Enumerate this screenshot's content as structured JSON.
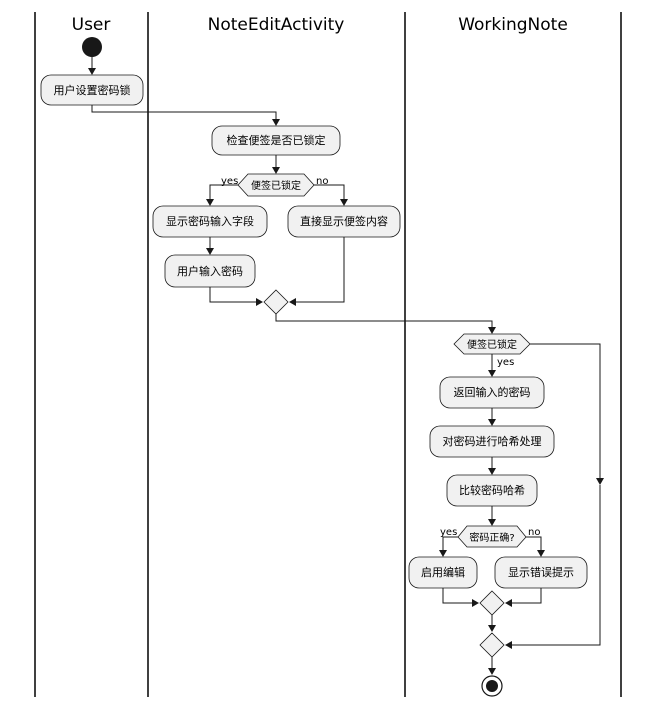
{
  "lanes": {
    "user": "User",
    "note_edit": "NoteEditActivity",
    "working_note": "WorkingNote"
  },
  "nodes": {
    "set_password": "用户设置密码锁",
    "check_locked": "检查便签是否已锁定",
    "decision_locked_1": "便签已锁定",
    "show_password_field": "显示密码输入字段",
    "show_note_content": "直接显示便签内容",
    "user_enter_password": "用户输入密码",
    "decision_locked_2": "便签已锁定",
    "return_password": "返回输入的密码",
    "hash_password": "对密码进行哈希处理",
    "compare_hash": "比较密码哈希",
    "decision_correct": "密码正确?",
    "enable_edit": "启用编辑",
    "show_error": "显示错误提示"
  },
  "labels": {
    "yes_1": "yes",
    "no_1": "no",
    "yes_2": "yes",
    "yes_3": "yes",
    "no_3": "no"
  },
  "colors": {
    "node_fill": "#f1f1f1",
    "stroke": "#181818",
    "background": "#ffffff"
  }
}
